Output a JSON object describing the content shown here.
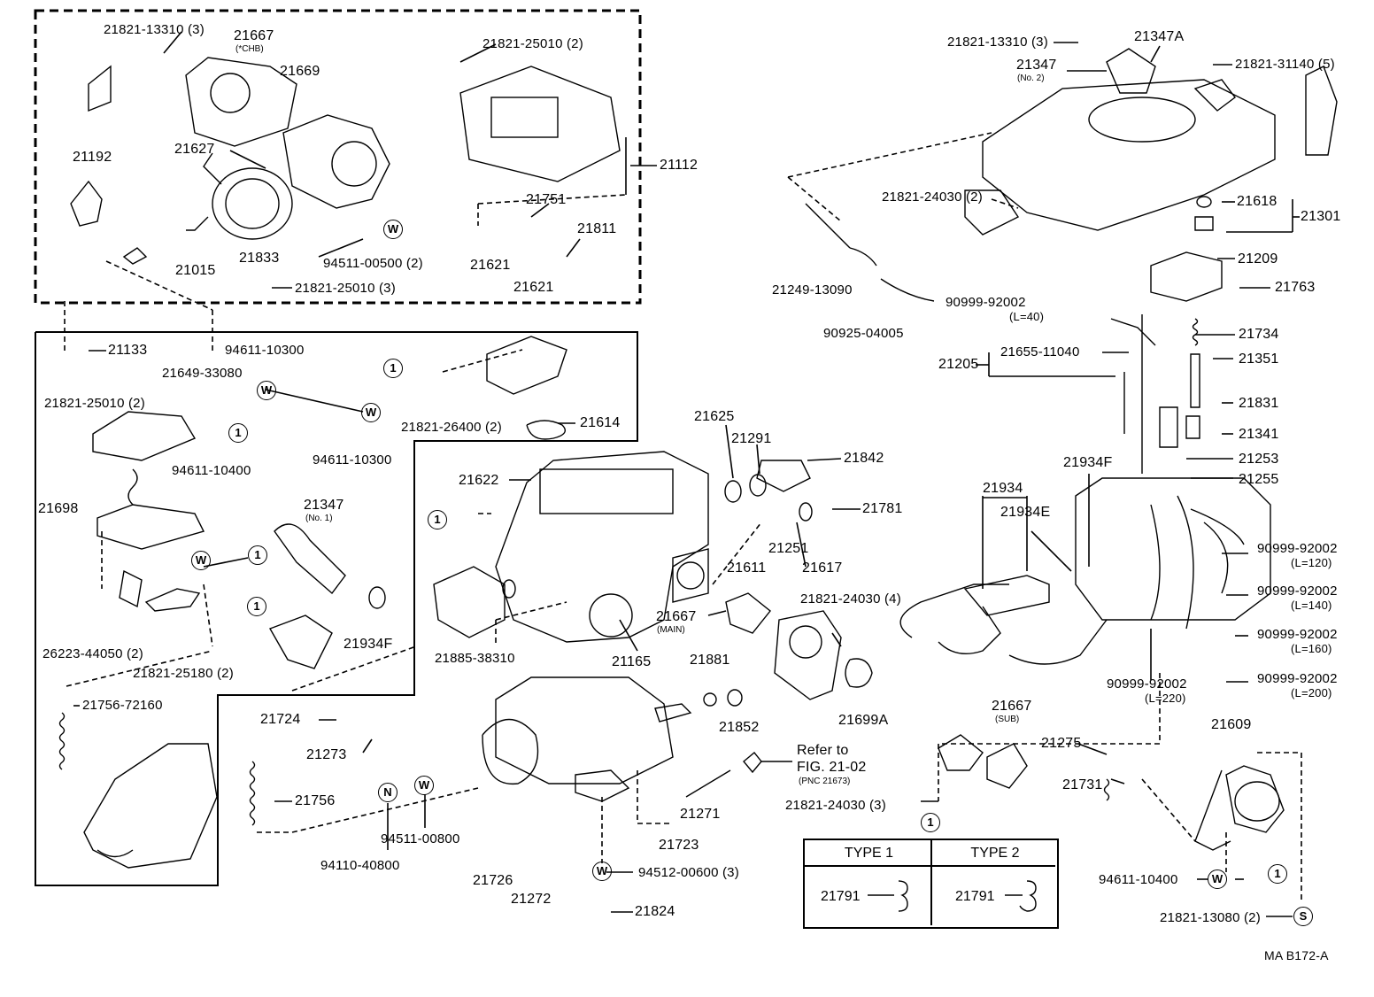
{
  "diagram": {
    "ref_code": "MA  B172-A",
    "refer_note": {
      "line1": "Refer to",
      "line2": "FIG. 21-02",
      "line3": "(PNC 21673)"
    },
    "type_table": {
      "headers": [
        "TYPE 1",
        "TYPE 2"
      ],
      "cells": [
        "21791",
        "21791"
      ]
    },
    "callout_marks": {
      "one": "1",
      "w": "W",
      "n": "N",
      "s": "S"
    },
    "labels": {
      "p21821_13310_a": "21821-13310 (3)",
      "p21667_chb": "21667",
      "p21667_chb_sub": "(*CHB)",
      "p21669": "21669",
      "p21821_25010_top": "21821-25010 (2)",
      "p21192": "21192",
      "p21627": "21627",
      "p21112": "21112",
      "p21751": "21751",
      "p21811": "21811",
      "p21015": "21015",
      "p21833": "21833",
      "p94511_00500": "94511-00500 (2)",
      "p21621_a": "21621",
      "p21621_b": "21621",
      "p21821_25010_3": "21821-25010 (3)",
      "p21133": "21133",
      "p94611_10300_a": "94611-10300",
      "p21649_33080": "21649-33080",
      "p21821_25010_2b": "21821-25010 (2)",
      "p21821_26400": "21821-26400 (2)",
      "p21614": "21614",
      "p94611_10300_b": "94611-10300",
      "p94611_10400_a": "94611-10400",
      "p21698": "21698",
      "p21347_no1": "21347",
      "p21347_no1_sub": "(No. 1)",
      "p26223_44050": "26223-44050 (2)",
      "p21821_25180": "21821-25180 (2)",
      "p21934f_a": "21934F",
      "p21756_72160": "21756-72160",
      "p21625": "21625",
      "p21291": "21291",
      "p21842": "21842",
      "p21622": "21622",
      "p21781": "21781",
      "p21251": "21251",
      "p21611": "21611",
      "p21617": "21617",
      "p21667_main": "21667",
      "p21667_main_sub": "(MAIN)",
      "p21821_24030_4": "21821-24030 (4)",
      "p21885_38310": "21885-38310",
      "p21165": "21165",
      "p21881": "21881",
      "p21699a": "21699A",
      "p21852": "21852",
      "p21724": "21724",
      "p21273": "21273",
      "p21756": "21756",
      "p94511_00800": "94511-00800",
      "p94110_40800": "94110-40800",
      "p21271": "21271",
      "p21723": "21723",
      "p21726": "21726",
      "p21272": "21272",
      "p94512_00600": "94512-00600 (3)",
      "p21824": "21824",
      "p21821_13310_b": "21821-13310 (3)",
      "p21347a": "21347A",
      "p21347_no2": "21347",
      "p21347_no2_sub": "(No. 2)",
      "p21821_31140": "21821-31140 (5)",
      "p21821_24030_2": "21821-24030 (2)",
      "p21618": "21618",
      "p21301": "21301",
      "p21209": "21209",
      "p21763": "21763",
      "p21249_13090": "21249-13090",
      "p90999_92002_l40": "90999-92002",
      "p90999_92002_l40_sub": "(L=40)",
      "p90925_04005": "90925-04005",
      "p21734": "21734",
      "p21205": "21205",
      "p21655_11040": "21655-11040",
      "p21351": "21351",
      "p21831": "21831",
      "p21341": "21341",
      "p21934f_b": "21934F",
      "p21253": "21253",
      "p21255": "21255",
      "p21934": "21934",
      "p21934e": "21934E",
      "p90999_92002_l120": "90999-92002",
      "p90999_92002_l120_sub": "(L=120)",
      "p90999_92002_l140": "90999-92002",
      "p90999_92002_l140_sub": "(L=140)",
      "p90999_92002_l160": "90999-92002",
      "p90999_92002_l160_sub": "(L=160)",
      "p90999_92002_l200": "90999-92002",
      "p90999_92002_l200_sub": "(L=200)",
      "p90999_92002_l220": "90999-92002",
      "p90999_92002_l220_sub": "(L=220)",
      "p21667_sub": "21667",
      "p21667_sub_sub": "(SUB)",
      "p21609": "21609",
      "p21275": "21275",
      "p21731": "21731",
      "p21821_24030_3": "21821-24030 (3)",
      "p94611_10400_b": "94611-10400",
      "p21821_13080": "21821-13080 (2)"
    }
  }
}
